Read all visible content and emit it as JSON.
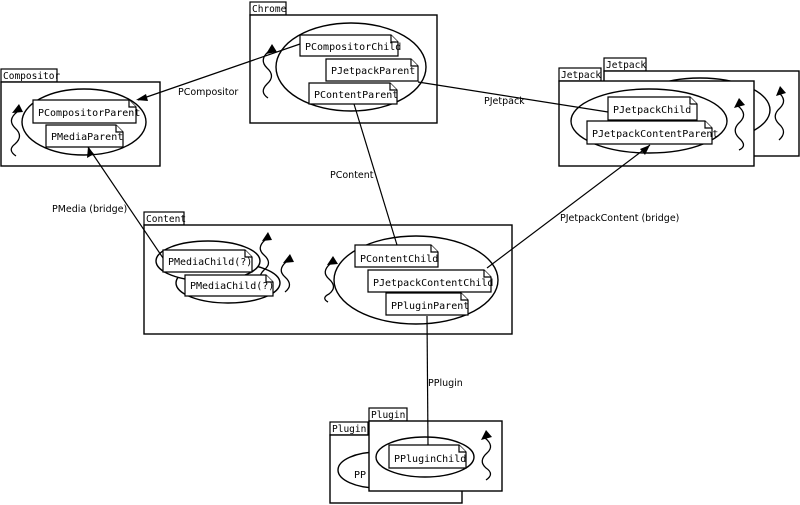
{
  "processes": {
    "chrome": "Chrome",
    "compositor": "Compositor",
    "jetpack": "Jetpack",
    "content": "Content",
    "plugin": "Plugin"
  },
  "actors": {
    "p_compositor_child": "PCompositorChild",
    "p_jetpack_parent": "PJetpackParent",
    "p_content_parent": "PContentParent",
    "p_compositor_parent": "PCompositorParent",
    "p_media_parent": "PMediaParent",
    "p_jetpack_child": "PJetpackChild",
    "p_jetpack_content_parent": "PJetpackContentParent",
    "p_media_child_1": "PMediaChild(?)",
    "p_media_child_2": "PMediaChild(?)",
    "p_content_child": "PContentChild",
    "p_jetpack_content_child": "PJetpackContentChild",
    "p_plugin_parent": "PPluginParent",
    "p_plugin_child": "PPluginChild",
    "p_plugin_back_truncated": "PP"
  },
  "protocols": {
    "p_compositor": "PCompositor",
    "p_jetpack": "PJetpack",
    "p_content": "PContent",
    "p_media_bridge": "PMedia (bridge)",
    "p_jetpack_content_bridge": "PJetpackContent (bridge)",
    "p_plugin": "PPlugin"
  }
}
